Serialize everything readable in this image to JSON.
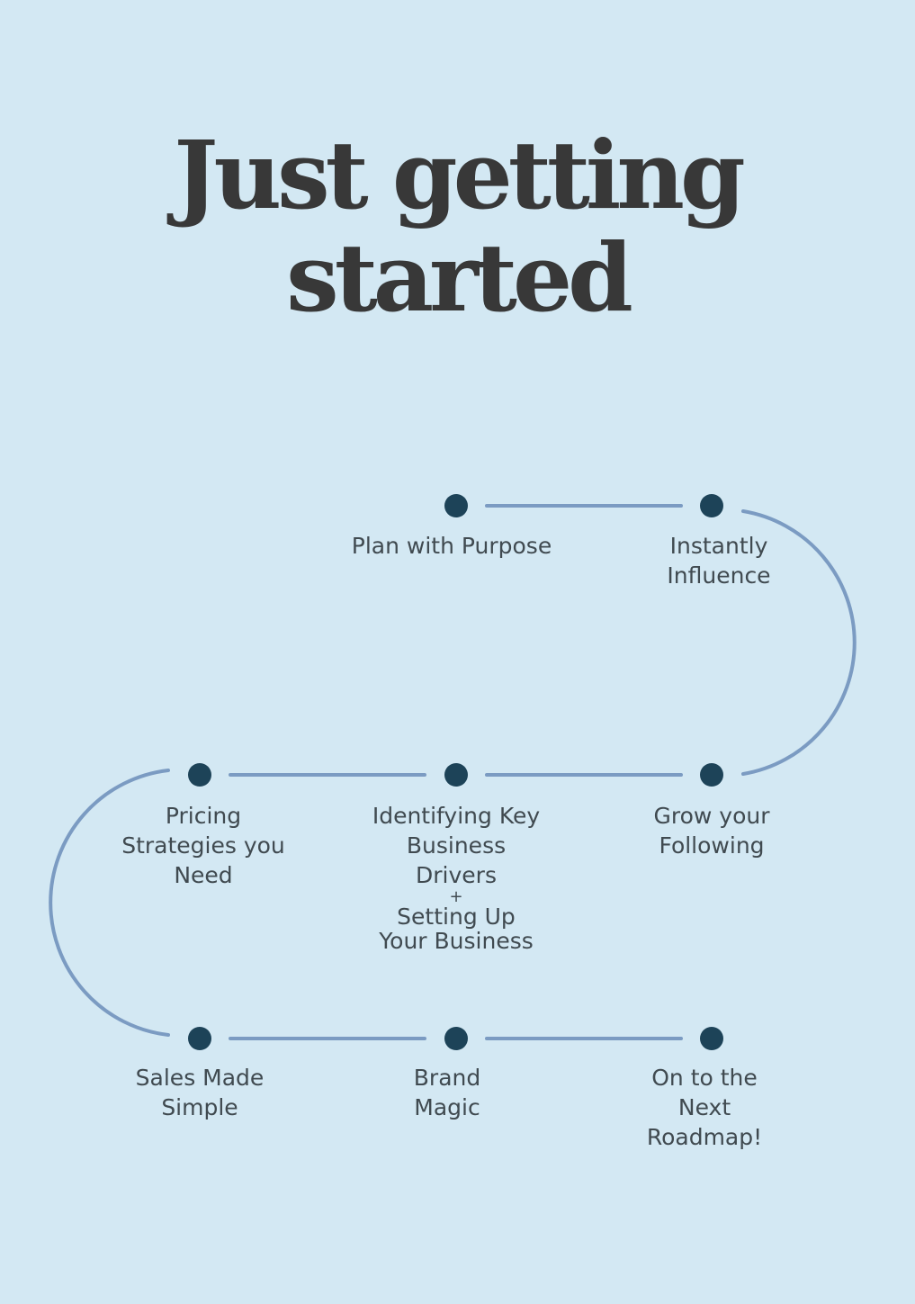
{
  "title": "Just getting started",
  "colors": {
    "background": "#d3e8f3",
    "title": "#383838",
    "line": "#7b9bc2",
    "dot": "#1d4358",
    "label": "#404a50"
  },
  "steps": [
    {
      "label": "Plan with Purpose"
    },
    {
      "label": "Instantly\nInfluence"
    },
    {
      "label": "Grow your\nFollowing"
    },
    {
      "label_lines": [
        "Identifying Key",
        "Business",
        "Drivers"
      ],
      "plus": "+",
      "label_lines_2": [
        "Setting Up",
        "Your Business"
      ]
    },
    {
      "label": "Pricing\nStrategies you\nNeed"
    },
    {
      "label": "Sales Made\nSimple"
    },
    {
      "label": "Brand\nMagic"
    },
    {
      "label": "On to the\nNext\nRoadmap!"
    }
  ]
}
